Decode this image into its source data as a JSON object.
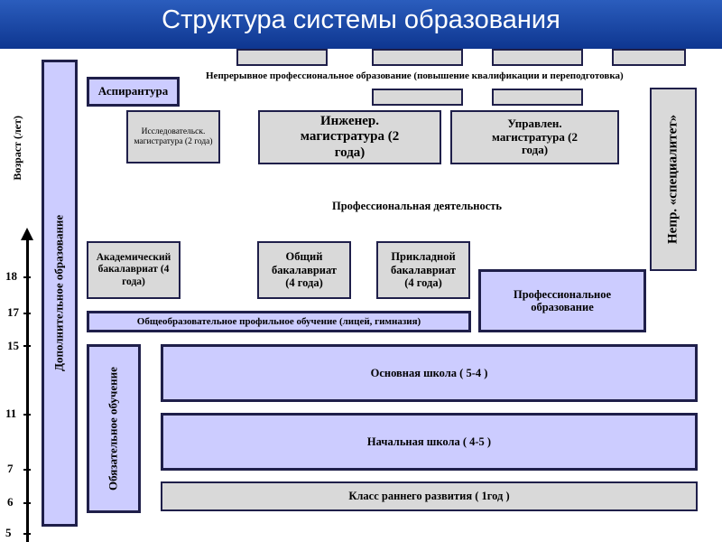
{
  "title": "Структура системы образования",
  "labels": {
    "continuous": "Непрерывное профессиональное образование (повышение квалификации и переподготовка)",
    "professional_activity": "Профессиональная деятельность",
    "age_axis": "Возраст (лет)"
  },
  "boxes": {
    "aspirantura": "Аспирантура",
    "research_master": "Исследовательск. магистратура (2 года)",
    "engineer_master": "Инженер. магистратура (2 года)",
    "management_master": "Управлен. магистратура (2 года)",
    "specialist": "Непр. «специалитет»",
    "academic_bachelor": "Академический бакалавриат (4 года)",
    "general_bachelor": "Общий бакалавриат (4 года)",
    "applied_bachelor": "Прикладной бакалавриат (4 года)",
    "professional_education": "Профессиональное образование",
    "profile_school": "Общеобразовательное профильное обучение (лицей, гимназия)",
    "additional_education": "Дополнительное образование",
    "mandatory_education": "Обязательное обучение",
    "basic_school": "Основная школа ( 5-4 )",
    "primary_school": "Начальная школа ( 4-5 )",
    "early_development": "Класс раннего развития ( 1год )"
  },
  "ages": [
    "18",
    "17",
    "15",
    "11",
    "7",
    "6",
    "5"
  ],
  "colors": {
    "header": "#1a44a4",
    "gray_box": "#d9d9d9",
    "lavender_box": "#ccccff",
    "border": "#1f1f4a"
  }
}
